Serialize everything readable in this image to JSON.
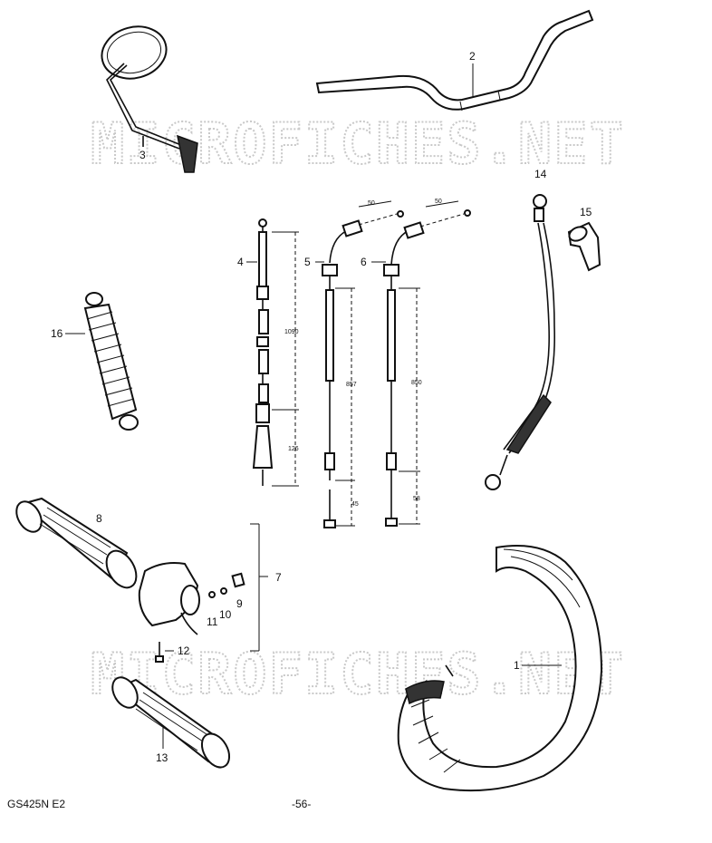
{
  "watermark": {
    "text_top": "MICROFICHES.NET",
    "text_bottom": "MICROFICHES.NET"
  },
  "callouts": {
    "p1": "1",
    "p2": "2",
    "p3": "3",
    "p4": "4",
    "p5": "5",
    "p6": "6",
    "p7": "7",
    "p8": "8",
    "p9": "9",
    "p10": "10",
    "p11": "11",
    "p12": "12",
    "p13": "13",
    "p14": "14",
    "p15": "15",
    "p16": "16"
  },
  "dimensions": {
    "cable4_total": "1090",
    "cable4_end": "126",
    "cable5_top": "50",
    "cable5_total": "857",
    "cable5_end": "45",
    "cable6_top": "50",
    "cable6_total": "850",
    "cable6_end": "58"
  },
  "footer": {
    "model": "GS425N E2",
    "page": "-56-"
  }
}
